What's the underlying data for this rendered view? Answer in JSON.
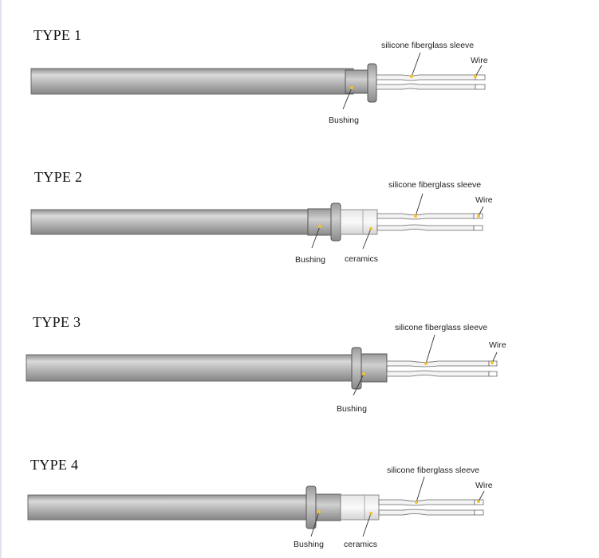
{
  "colors": {
    "tube_top": "#d9d9d9",
    "tube_mid": "#a9a9a9",
    "tube_bottom": "#8a8a8a",
    "outline": "#555555",
    "dot": "#f2c12e"
  },
  "types": [
    {
      "title": "TYPE 1",
      "labels": {
        "sleeve": "silicone fiberglass sleeve",
        "wire": "Wire",
        "bushing": "Bushing"
      }
    },
    {
      "title": "TYPE 2",
      "labels": {
        "sleeve": "silicone fiberglass sleeve",
        "wire": "Wire",
        "bushing": "Bushing",
        "ceramics": "ceramics"
      }
    },
    {
      "title": "TYPE 3",
      "labels": {
        "sleeve": "silicone fiberglass sleeve",
        "wire": "Wire",
        "bushing": "Bushing"
      }
    },
    {
      "title": "TYPE 4",
      "labels": {
        "sleeve": "silicone fiberglass sleeve",
        "wire": "Wire",
        "bushing": "Bushing",
        "ceramics": "ceramics"
      }
    }
  ]
}
